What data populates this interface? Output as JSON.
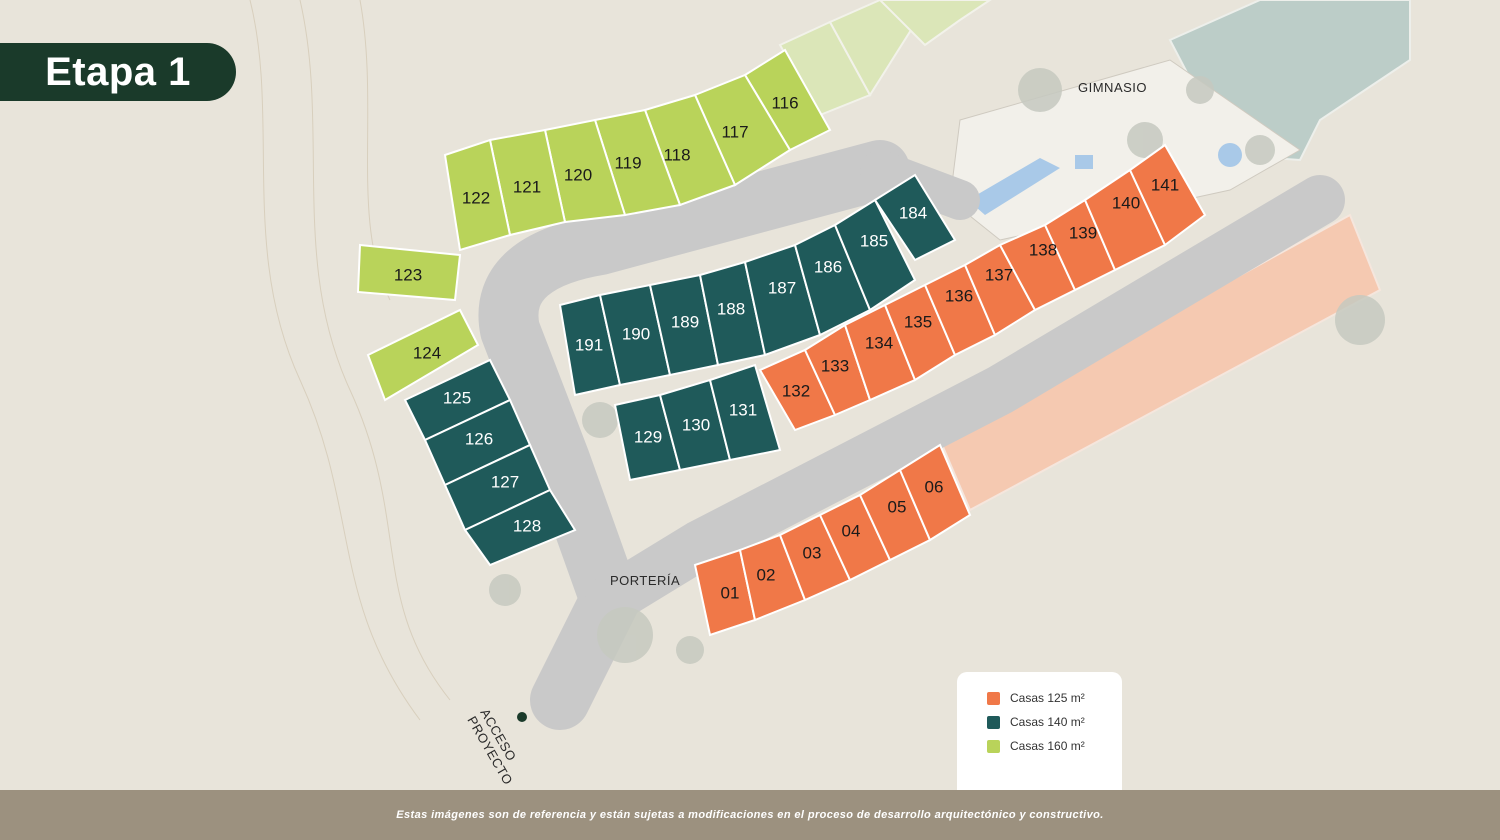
{
  "header": {
    "stage_title": "Etapa 1"
  },
  "places": {
    "gym": "GIMNASIO",
    "gatehouse": "PORTERÍA",
    "access_line1": "ACCESO",
    "access_line2": "PROYECTO"
  },
  "colors": {
    "c125": "#f07848",
    "c140": "#1f5a5a",
    "c160": "#b9d35a",
    "road": "#c9c9c9",
    "background": "#e8e4da"
  },
  "legend": {
    "items": [
      {
        "label": "Casas 125 m²",
        "color": "#f07848"
      },
      {
        "label": "Casas 140 m²",
        "color": "#1f5a5a"
      },
      {
        "label": "Casas 160 m²",
        "color": "#b9d35a"
      }
    ]
  },
  "lots": {
    "160": [
      "116",
      "117",
      "118",
      "119",
      "120",
      "121",
      "122",
      "123",
      "124"
    ],
    "140": [
      "125",
      "126",
      "127",
      "128",
      "129",
      "130",
      "131",
      "184",
      "185",
      "186",
      "187",
      "188",
      "189",
      "190",
      "191"
    ],
    "125": [
      "01",
      "02",
      "03",
      "04",
      "05",
      "06",
      "132",
      "133",
      "134",
      "135",
      "136",
      "137",
      "138",
      "139",
      "140",
      "141"
    ]
  },
  "footer": {
    "disclaimer": "Estas imágenes son de referencia y están sujetas a modificaciones en el proceso de desarrollo arquitectónico y constructivo."
  }
}
